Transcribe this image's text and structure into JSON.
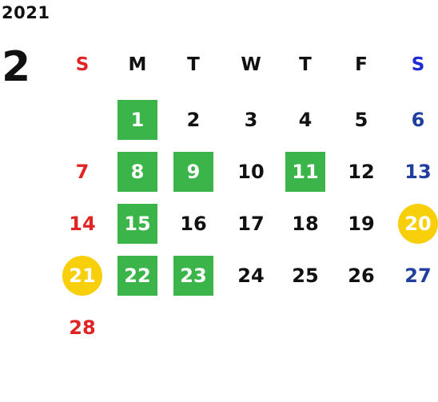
{
  "calendar": {
    "year": "2021",
    "month": "2",
    "weekdays": [
      "S",
      "M",
      "T",
      "W",
      "T",
      "F",
      "S"
    ],
    "colors": {
      "sunday": "#e02424",
      "saturday": "#1f3f9e",
      "saturday_header": "#1d2ad6",
      "weekday": "#111111",
      "green_highlight": "#3bb54a",
      "holiday_circle": "#f7cf0b",
      "highlight_text": "#ffffff"
    },
    "days": [
      {
        "day": "1",
        "highlight": "green"
      },
      {
        "day": "2",
        "highlight": "none"
      },
      {
        "day": "3",
        "highlight": "none"
      },
      {
        "day": "4",
        "highlight": "none"
      },
      {
        "day": "5",
        "highlight": "none"
      },
      {
        "day": "6",
        "highlight": "none"
      },
      {
        "day": "7",
        "highlight": "none"
      },
      {
        "day": "8",
        "highlight": "green"
      },
      {
        "day": "9",
        "highlight": "green"
      },
      {
        "day": "10",
        "highlight": "none"
      },
      {
        "day": "11",
        "highlight": "green"
      },
      {
        "day": "12",
        "highlight": "none"
      },
      {
        "day": "13",
        "highlight": "none"
      },
      {
        "day": "14",
        "highlight": "none"
      },
      {
        "day": "15",
        "highlight": "green"
      },
      {
        "day": "16",
        "highlight": "none"
      },
      {
        "day": "17",
        "highlight": "none"
      },
      {
        "day": "18",
        "highlight": "none"
      },
      {
        "day": "19",
        "highlight": "none"
      },
      {
        "day": "20",
        "highlight": "circle"
      },
      {
        "day": "21",
        "highlight": "circle"
      },
      {
        "day": "22",
        "highlight": "green"
      },
      {
        "day": "23",
        "highlight": "green"
      },
      {
        "day": "24",
        "highlight": "none"
      },
      {
        "day": "25",
        "highlight": "none"
      },
      {
        "day": "26",
        "highlight": "none"
      },
      {
        "day": "27",
        "highlight": "none"
      },
      {
        "day": "28",
        "highlight": "none"
      }
    ]
  }
}
